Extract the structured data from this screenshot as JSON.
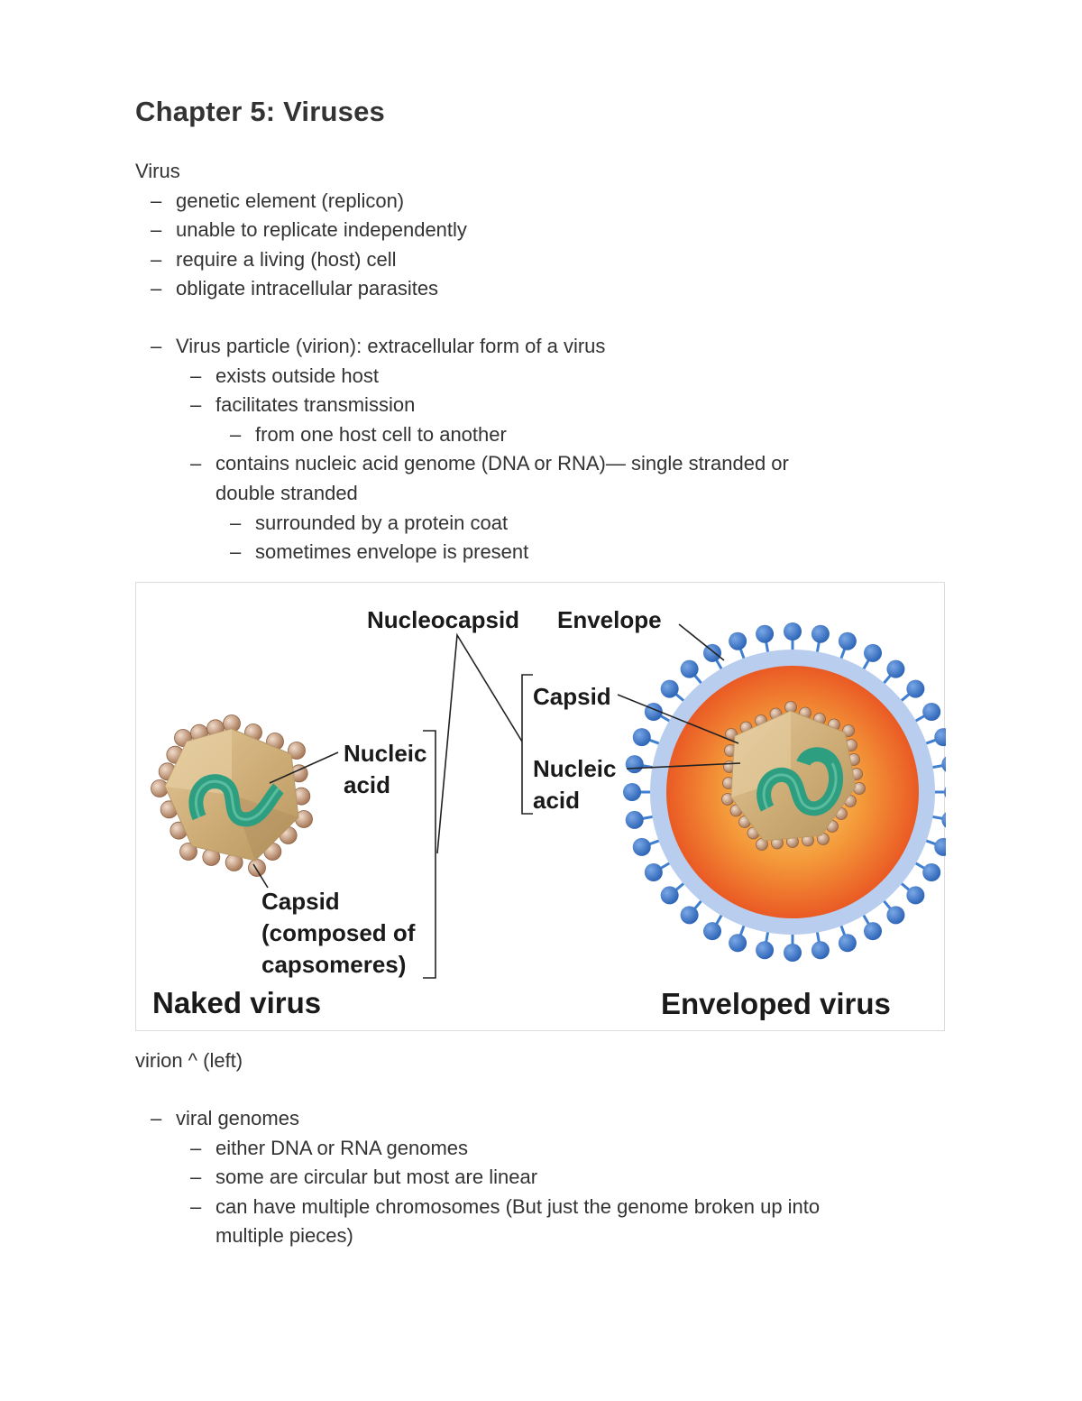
{
  "document": {
    "title": "Chapter 5: Viruses",
    "section1": {
      "heading": "Virus",
      "items": [
        "genetic element (replicon)",
        "unable to replicate independently",
        "require a living (host) cell",
        "obligate intracellular parasites"
      ]
    },
    "section2": {
      "item": "Virus particle (virion): extracellular form of a virus",
      "sub": [
        "exists outside host",
        "facilitates transmission",
        "from one host cell to another",
        "contains nucleic acid genome (DNA or RNA)— single stranded or",
        "double stranded",
        "surrounded by a protein coat",
        "sometimes envelope is present"
      ]
    },
    "figure": {
      "nucleocapsid": "Nucleocapsid",
      "envelope": "Envelope",
      "capsid_right": "Capsid",
      "nucleic_right_1": "Nucleic",
      "nucleic_right_2": "acid",
      "nucleic_left_1": "Nucleic",
      "nucleic_left_2": "acid",
      "capsid_left_1": "Capsid",
      "capsid_left_2": "(composed of",
      "capsid_left_3": "capsomeres)",
      "naked_virus": "Naked virus",
      "enveloped_virus": "Enveloped virus",
      "colors": {
        "capsid_fill": "#d4b483",
        "capsomere": "#c9a080",
        "nucleic_acid": "#2e9e80",
        "envelope_core": "#f06a2c",
        "envelope_glow": "#f7a34a",
        "membrane": "#b9cdee",
        "spike": "#3f7fd1"
      }
    },
    "caption": "virion ^ (left)",
    "section3": {
      "item": "viral genomes",
      "sub": [
        "either DNA or RNA genomes",
        "some are circular but most are linear",
        "can have multiple chromosomes (But just the genome broken up into",
        "multiple pieces)"
      ]
    },
    "dash": "–"
  }
}
